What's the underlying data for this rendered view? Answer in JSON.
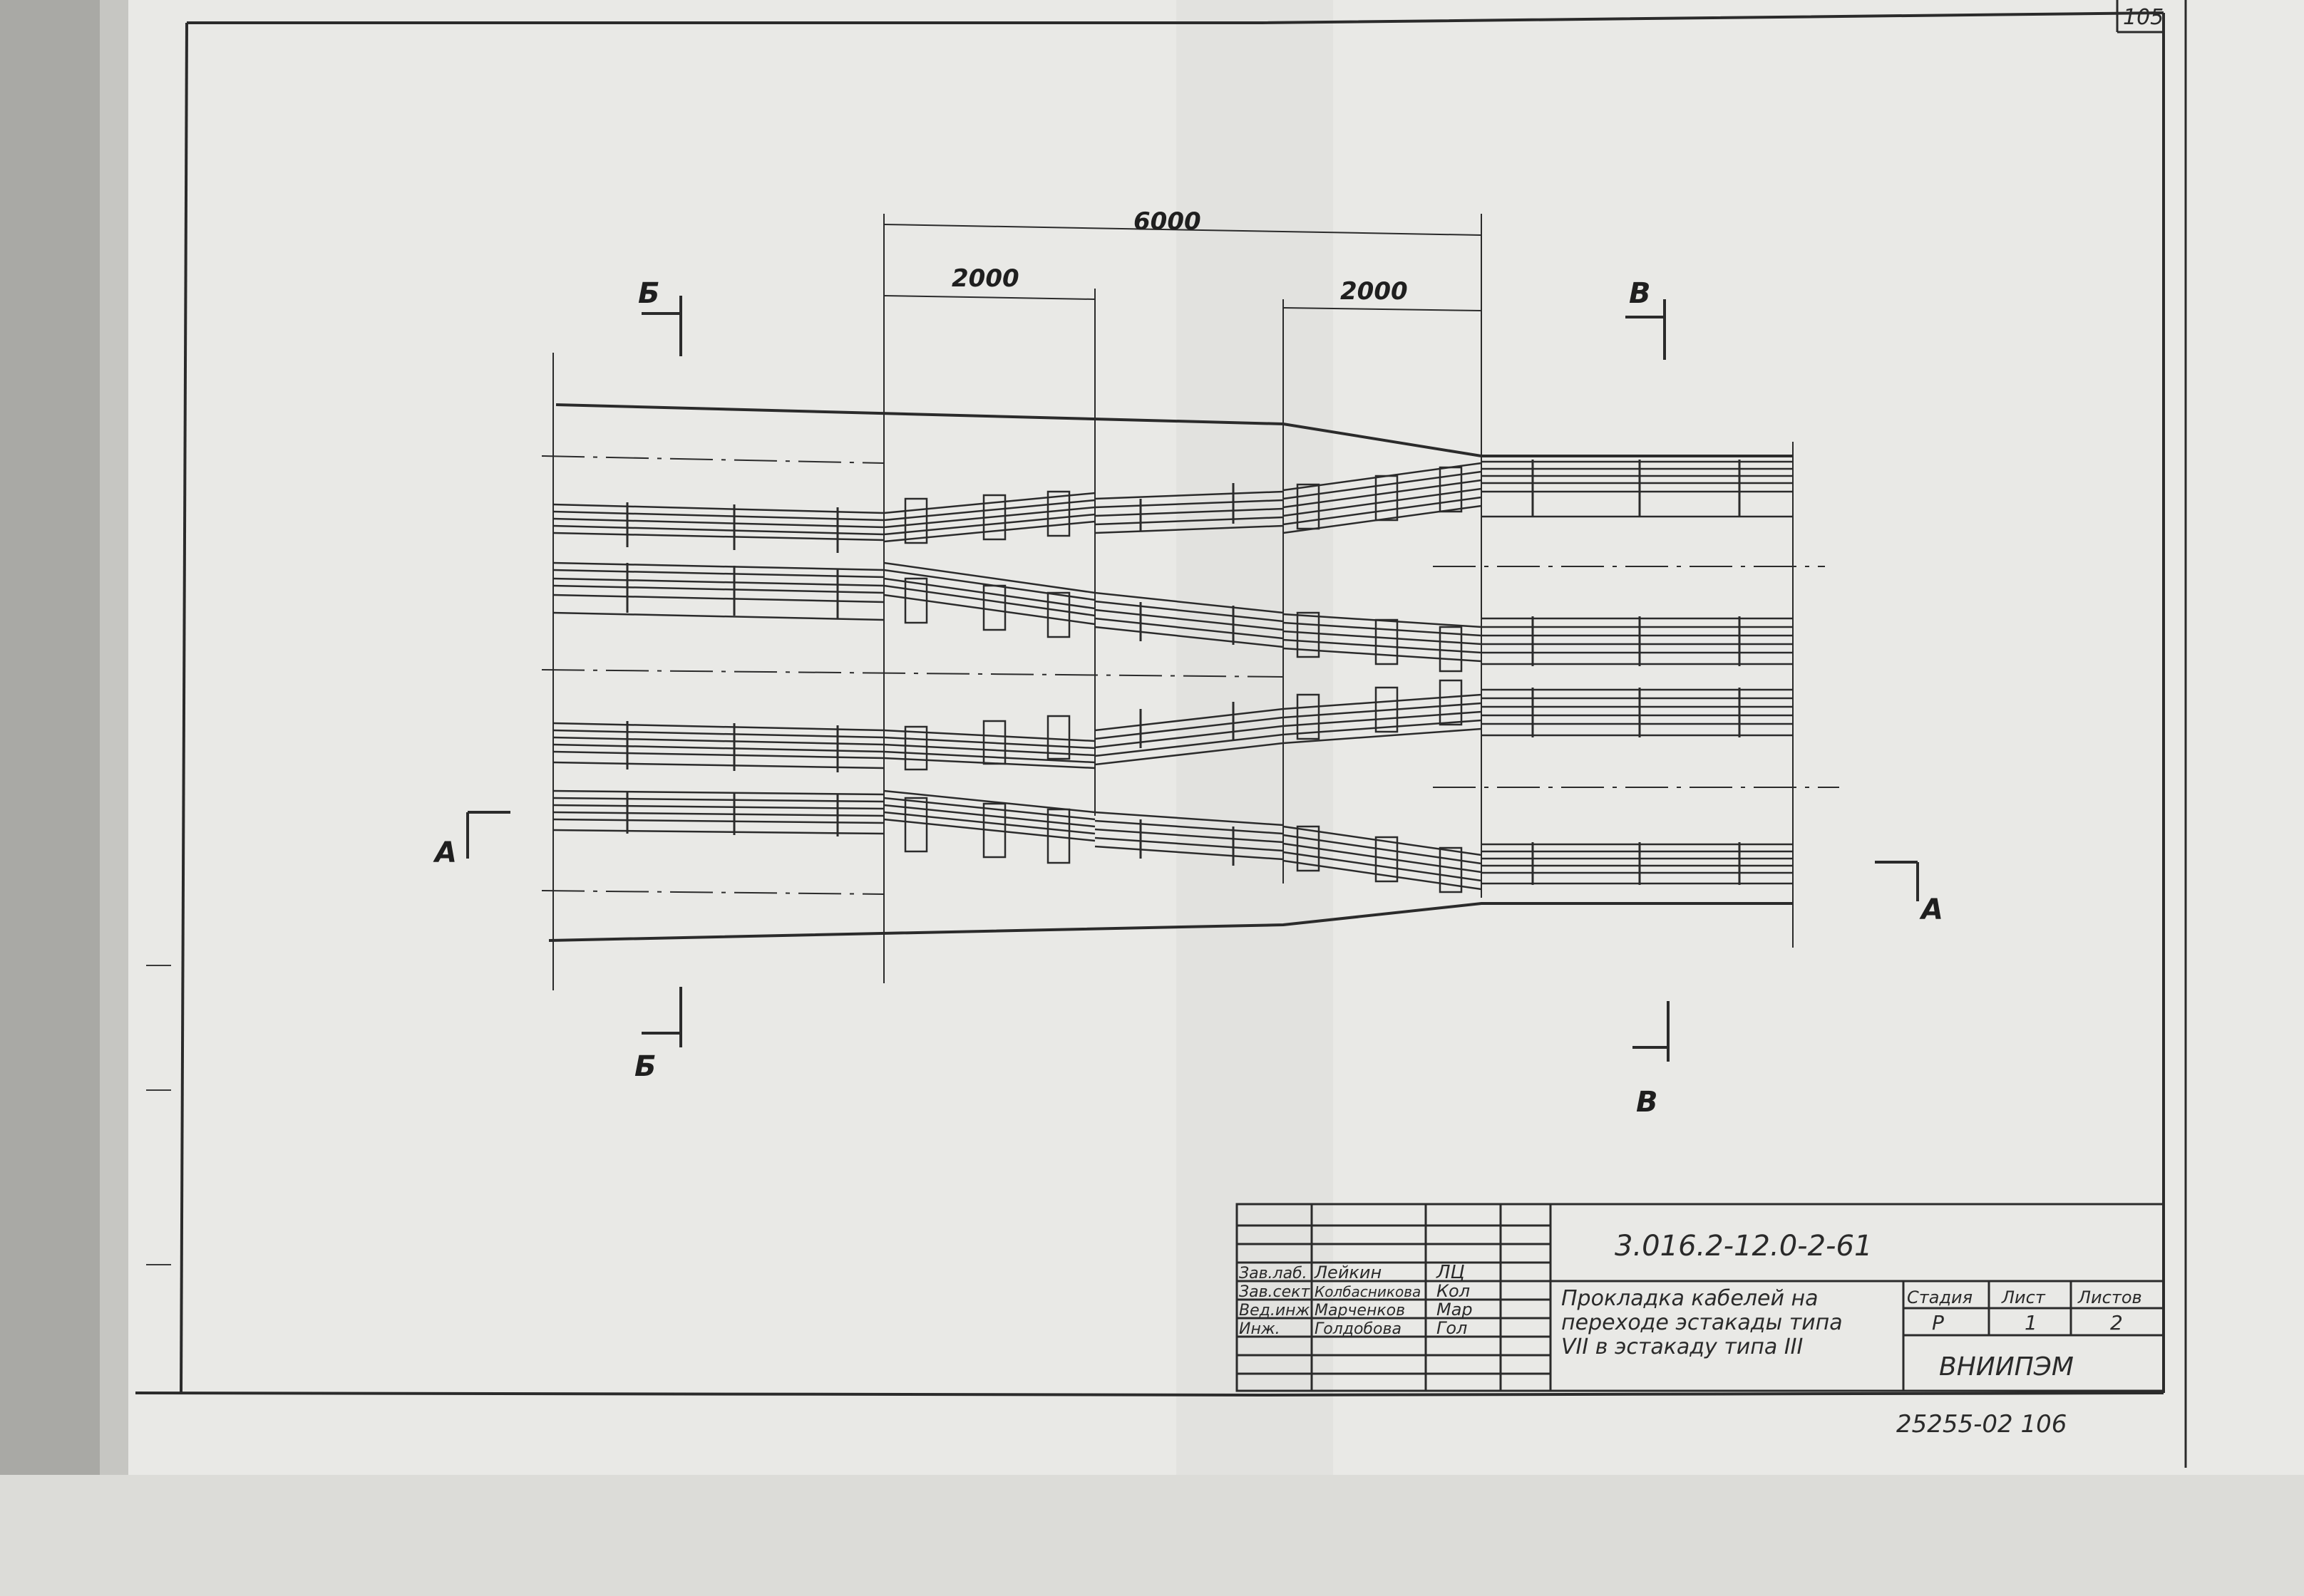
{
  "sheet": {
    "page_number": "105",
    "bottom_number": "25255-02 106"
  },
  "plan": {
    "dim_overall": "6000",
    "dim_left": "2000",
    "dim_right": "2000",
    "section_a": "А",
    "section_b": "Б",
    "section_v": "В"
  },
  "title_block": {
    "designation": "3.016.2-12.0-2-61",
    "title_lines": [
      "Прокладка кабелей на",
      "переходе эстакады типа",
      "VII в эстакаду типа III"
    ],
    "signatures": [
      {
        "role": "Зав.лаб.",
        "name": "Лейкин",
        "sign": "ЛЦ"
      },
      {
        "role": "Зав.сект.",
        "name": "Колбасникова",
        "sign": "Кол"
      },
      {
        "role": "Вед.инж.",
        "name": "Марченков",
        "sign": "Мар"
      },
      {
        "role": "Инж.",
        "name": "Голдобова",
        "sign": "Гол"
      }
    ],
    "stage_header": "Стадия",
    "sheet_header": "Лист",
    "sheets_header": "Листов",
    "stage_value": "Р",
    "sheet_value": "1",
    "sheets_value": "2",
    "organization": "ВНИИПЭМ"
  },
  "colors": {
    "paper": "#eeeeea",
    "ink": "#2b2b2b",
    "shadow": "#9c9c98"
  }
}
